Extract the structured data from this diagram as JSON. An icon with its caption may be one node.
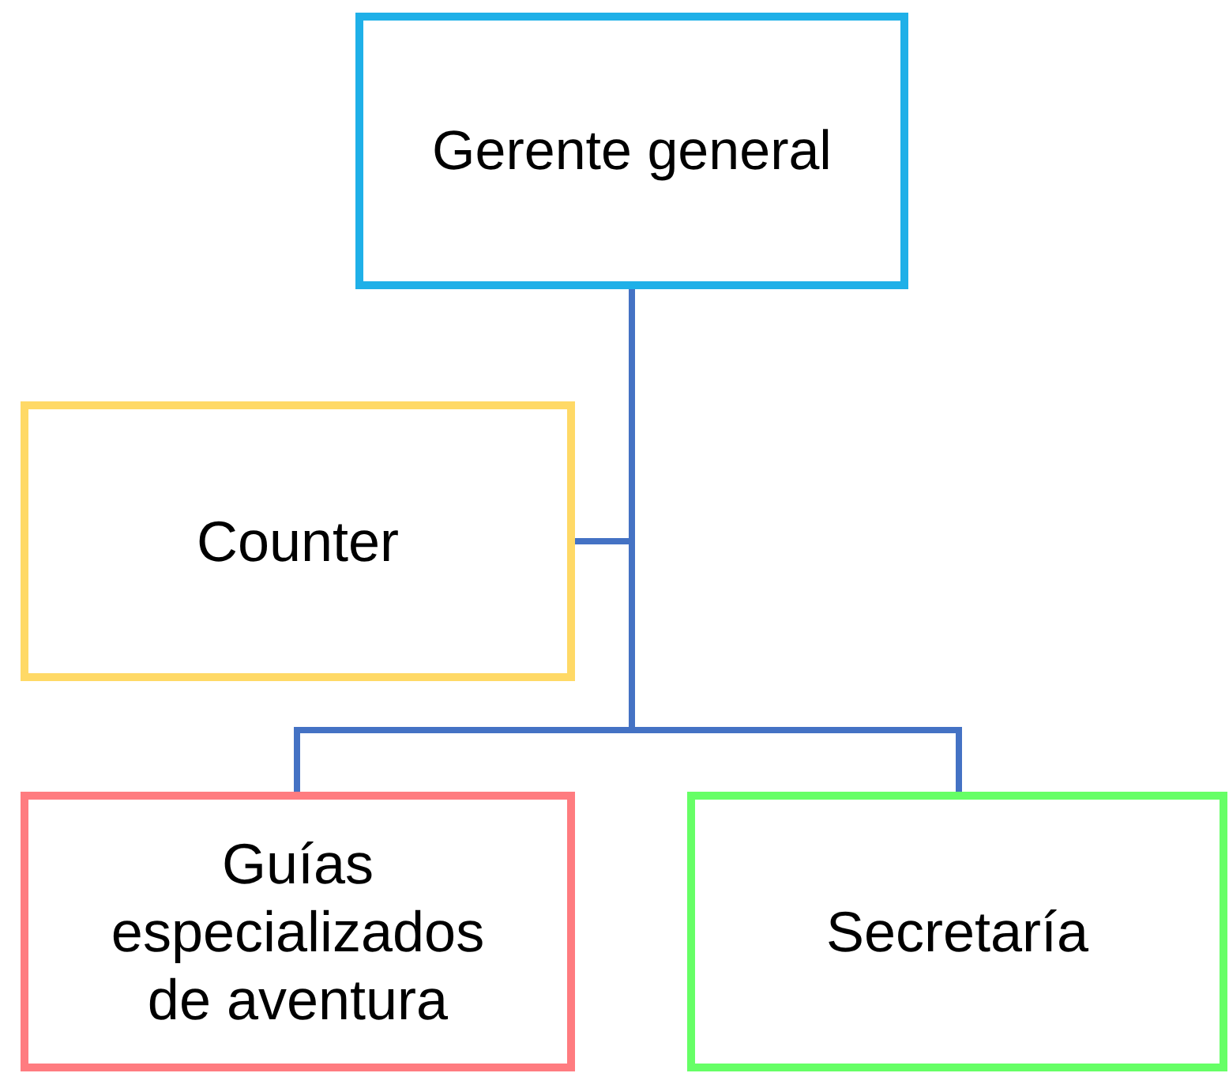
{
  "diagram": {
    "nodes": [
      {
        "text": [
          "Gerente general"
        ]
      },
      {
        "text": [
          "Counter"
        ]
      },
      {
        "text": [
          "Guías especializados de aventura"
        ]
      },
      {
        "text": [
          "Secretaría"
        ]
      }
    ],
    "edges": [
      {
        "from": 0,
        "to": 1,
        "arrow": "none"
      },
      {
        "from": 0,
        "to": 2,
        "arrow": "none"
      },
      {
        "from": 0,
        "to": 3,
        "arrow": "none"
      }
    ]
  }
}
